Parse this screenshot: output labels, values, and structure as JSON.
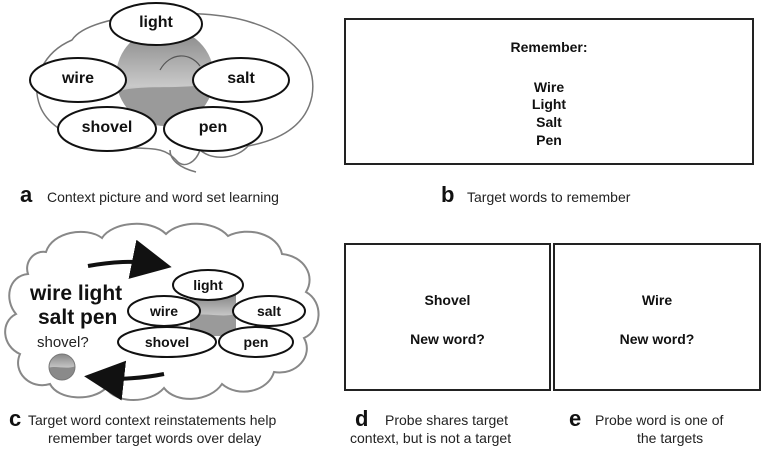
{
  "panel_a": {
    "letter": "a",
    "caption": "Context picture and word set learning",
    "words": [
      "light",
      "wire",
      "salt",
      "shovel",
      "pen"
    ]
  },
  "panel_b": {
    "letter": "b",
    "caption": "Target words to remember",
    "heading": "Remember:",
    "words": [
      "Wire",
      "Light",
      "Salt",
      "Pen"
    ]
  },
  "panel_c": {
    "letter": "c",
    "caption_line1": "Target word context reinstatements help",
    "caption_line2": "remember target words over delay",
    "recall_line1": "wire light",
    "recall_line2": "salt pen",
    "probe": "shovel?",
    "words": [
      "light",
      "wire",
      "salt",
      "shovel",
      "pen"
    ]
  },
  "panel_d": {
    "letter": "d",
    "caption_line1": "Probe shares target",
    "caption_line2": "context, but is not a target",
    "word": "Shovel",
    "question": "New word?"
  },
  "panel_e": {
    "letter": "e",
    "caption_line1": "Probe word is one of",
    "caption_line2": "the targets",
    "word": "Wire",
    "question": "New word?"
  },
  "colors": {
    "ink": "#111111",
    "sky_top": "#8a8a8a",
    "sky_bottom": "#e6e6e6"
  }
}
